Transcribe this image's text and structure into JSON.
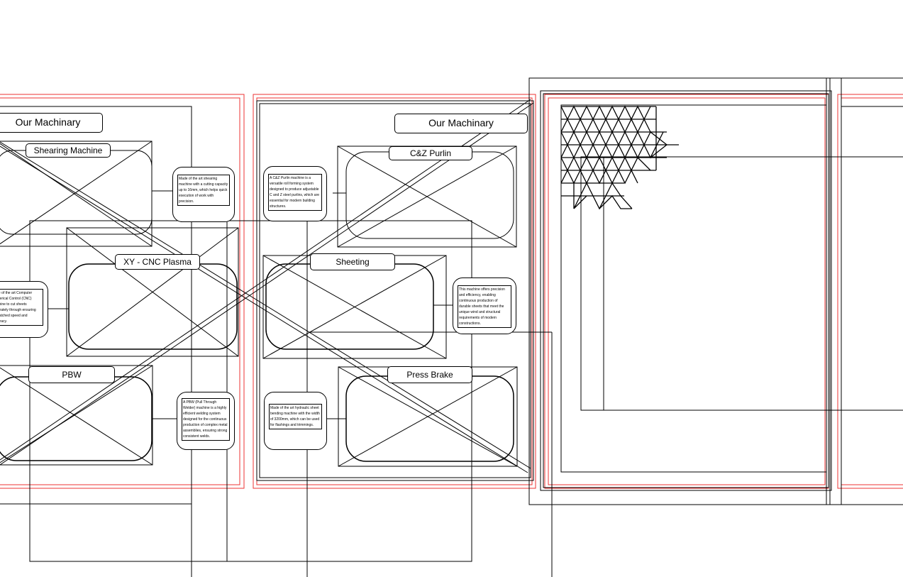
{
  "panels": [
    {
      "title": "Our Machinary"
    },
    {
      "title": "Our Machinary"
    }
  ],
  "machines": {
    "shearing": {
      "name": "Shearing Machine",
      "desc": "Made of the art shearing machine with a cutting capacity up to 16mm, which helps quick execution of work with precision."
    },
    "purlin": {
      "name": "C&Z Purlin",
      "desc": "A C&Z Purlin machine is a versatile roll forming system designed to produce adjustable C and Z steel purlins, which are essential for modern building structures."
    },
    "cnc": {
      "name": "XY - CNC Plasma",
      "desc": "State of the art Computer Numerical Control (CNC) machine to cut sheets accurately through ensuring unmatched speed and accuracy."
    },
    "sheeting": {
      "name": "Sheeting",
      "desc": "This machine offers precision and efficiency, enabling continuous production of durable sheets that meet the unique wind and structural requirements of modern constructions."
    },
    "pbw": {
      "name": "PBW",
      "desc": "A PBW (Pull Through Welder) machine is a highly efficient welding system designed for the continuous production of complex metal assemblies, ensuring strong consistent welds."
    },
    "pressbrake": {
      "name": "Press Brake",
      "desc": "Made of the art hydraulic sheet bending machine with the width of 3200mm, which can be used for flashings and trimmings."
    }
  }
}
